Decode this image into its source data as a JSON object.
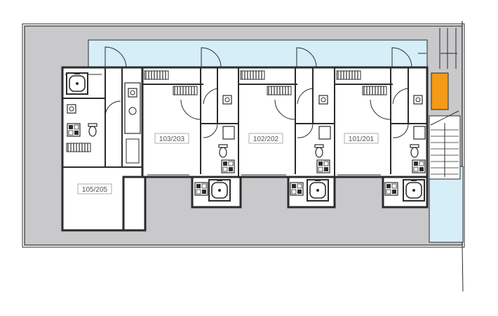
{
  "colors": {
    "site": "#c9c9cb",
    "walkway": "#d5eef7",
    "wall": "#2b2b2b",
    "room": "#ffffff",
    "accent": "#f39a18",
    "label_text": "#555555"
  },
  "units": [
    {
      "label": "105/205"
    },
    {
      "label": "103/203"
    },
    {
      "label": "102/202"
    },
    {
      "label": "101/201"
    }
  ],
  "icons": [
    "bathtub-icon",
    "toilet-icon",
    "sink-icon",
    "washbasin-icon",
    "door-swing-icon",
    "stair-icon",
    "meter-box-icon"
  ]
}
